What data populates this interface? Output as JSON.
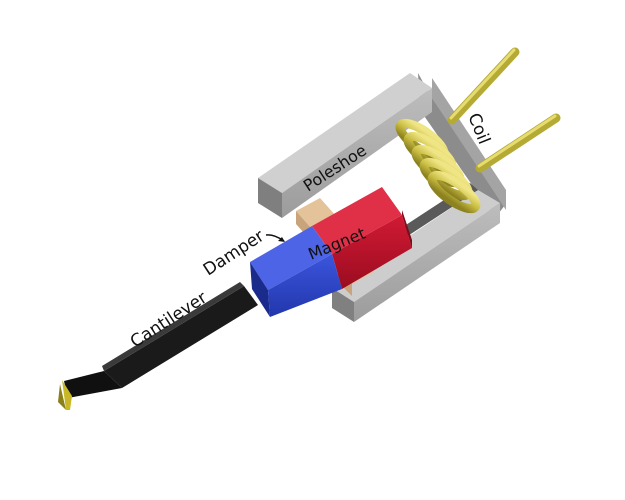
{
  "labels": {
    "poleshoe": "Poleshoe",
    "coil": "Coil",
    "damper": "Damper",
    "magnet": "Magnet",
    "cantilever": "Cantilever"
  },
  "colors": {
    "poleshoe_front": "#aaaaaa",
    "poleshoe_top": "#d2d2d2",
    "poleshoe_side": "#888888",
    "coil_wire": "#c2b63a",
    "coil_highlight": "#ece27c",
    "magnet_blue": "#2f45c8",
    "magnet_blue_dark": "#1b2b8c",
    "magnet_red": "#c0122a",
    "magnet_red_dark": "#7e0a1a",
    "damper": "#e2c29b",
    "cantilever": "#101010",
    "stylus_tip": "#c8b828"
  }
}
